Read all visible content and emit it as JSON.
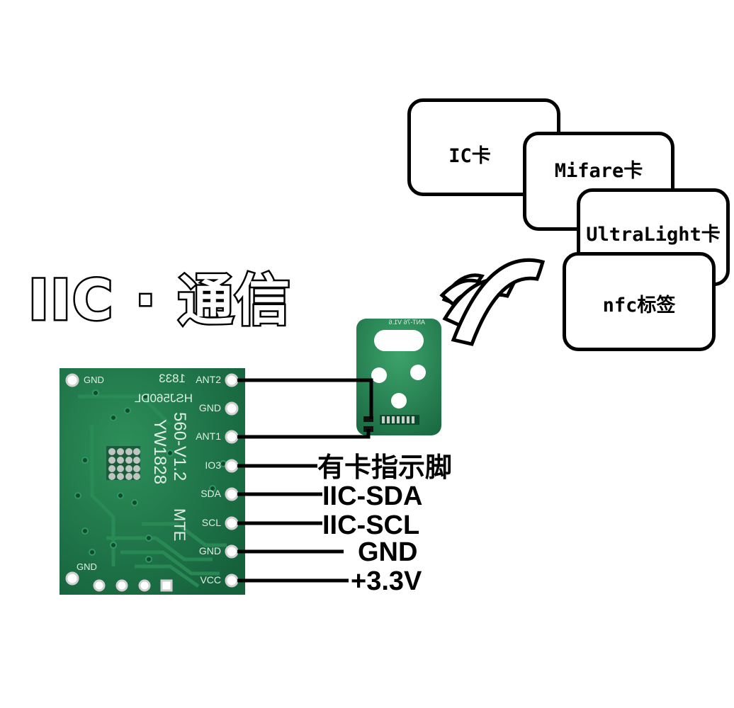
{
  "title": "IIC · 通信",
  "cards": [
    {
      "label": "IC卡"
    },
    {
      "label": "Mifare卡"
    },
    {
      "label": "UltraLight卡"
    },
    {
      "label": "nfc标签"
    }
  ],
  "module": {
    "silkscreen": {
      "model": "HSJ560DL",
      "version": "560-V1.2",
      "date_code": "YW1828",
      "brand": "MTE",
      "batch": "1833",
      "pins": [
        "ANT2",
        "GND",
        "ANT1",
        "IO3",
        "SDA",
        "SCL",
        "GND",
        "VCC"
      ],
      "gnd_top": "GND",
      "gnd_bottom": "GND"
    }
  },
  "antenna": {
    "silkscreen": "ANT-76 V1.6"
  },
  "pin_labels": [
    {
      "text": "有卡指示脚"
    },
    {
      "text": "IIC-SDA"
    },
    {
      "text": "IIC-SCL"
    },
    {
      "text": "GND"
    },
    {
      "text": "+3.3V"
    }
  ],
  "colors": {
    "pcb": "#1f7a48",
    "pcb_dark": "#13583a",
    "pad": "#d8d8d8",
    "wire": "#000000"
  }
}
